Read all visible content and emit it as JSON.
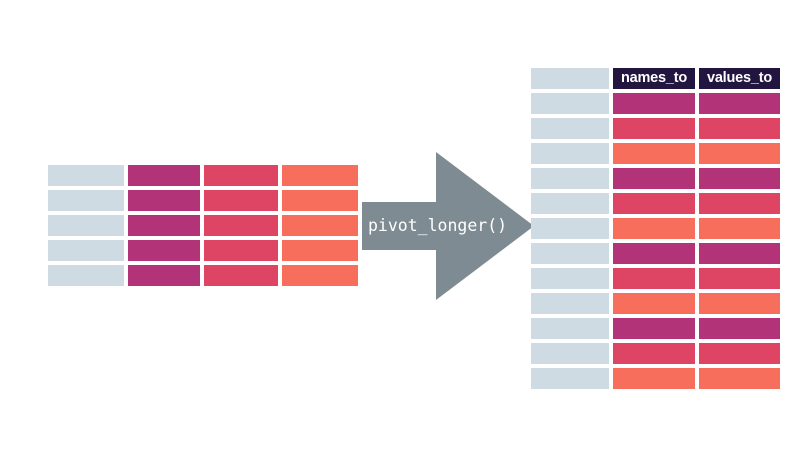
{
  "diagram": {
    "title": "pivot_longer() data reshaping diagram",
    "background_color": "#ffffff"
  },
  "palette": {
    "key_column": "#CEDBE3",
    "magenta": "#B23377",
    "crimson": "#DE4463",
    "coral": "#F76F5C",
    "header_navy": "#221640",
    "arrow_gray": "#7E8B92",
    "header_text": "#ffffff",
    "arrow_text": "#ffffff"
  },
  "wide_table": {
    "name": "wide-table",
    "columns": 4,
    "rows": 5,
    "column_colors": [
      "key_column",
      "magenta",
      "crimson",
      "coral"
    ],
    "cells": [
      [
        "key_column",
        "magenta",
        "crimson",
        "coral"
      ],
      [
        "key_column",
        "magenta",
        "crimson",
        "coral"
      ],
      [
        "key_column",
        "magenta",
        "crimson",
        "coral"
      ],
      [
        "key_column",
        "magenta",
        "crimson",
        "coral"
      ],
      [
        "key_column",
        "magenta",
        "crimson",
        "coral"
      ]
    ]
  },
  "arrow": {
    "name": "pivot-arrow",
    "label": "pivot_longer()",
    "direction": "right",
    "color": "#7E8B92"
  },
  "long_table": {
    "name": "long-table",
    "columns": 3,
    "data_rows": 12,
    "headers": [
      {
        "label": "",
        "kind": "blank"
      },
      {
        "label": "names_to",
        "kind": "navy"
      },
      {
        "label": "values_to",
        "kind": "navy"
      }
    ],
    "cells": [
      [
        "key_column",
        "magenta",
        "magenta"
      ],
      [
        "key_column",
        "crimson",
        "crimson"
      ],
      [
        "key_column",
        "coral",
        "coral"
      ],
      [
        "key_column",
        "magenta",
        "magenta"
      ],
      [
        "key_column",
        "crimson",
        "crimson"
      ],
      [
        "key_column",
        "coral",
        "coral"
      ],
      [
        "key_column",
        "magenta",
        "magenta"
      ],
      [
        "key_column",
        "crimson",
        "crimson"
      ],
      [
        "key_column",
        "coral",
        "coral"
      ],
      [
        "key_column",
        "magenta",
        "magenta"
      ],
      [
        "key_column",
        "crimson",
        "crimson"
      ],
      [
        "key_column",
        "coral",
        "coral"
      ]
    ]
  }
}
